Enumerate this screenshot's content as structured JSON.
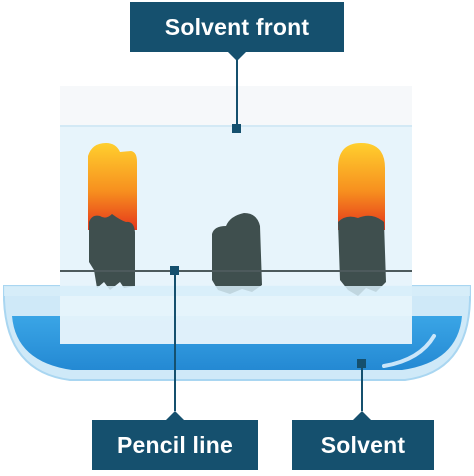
{
  "labels": {
    "solvent_front": "Solvent front",
    "pencil_line": "Pencil line",
    "solvent": "Solvent"
  },
  "colors": {
    "label_background": "#15506e",
    "label_text": "#ffffff",
    "paper": "#e8f4fb",
    "paper_upper": "#f6f9fb",
    "solvent": "#2f9be0",
    "dish_rim": "#b9dff5",
    "spot": "#3e4f4e",
    "dye_top": "#ffc72c",
    "dye_bottom": "#e83a1c",
    "pencil_line": "#4d5a5c"
  },
  "icons": {
    "marker": "square-marker",
    "leader": "leader-line"
  }
}
